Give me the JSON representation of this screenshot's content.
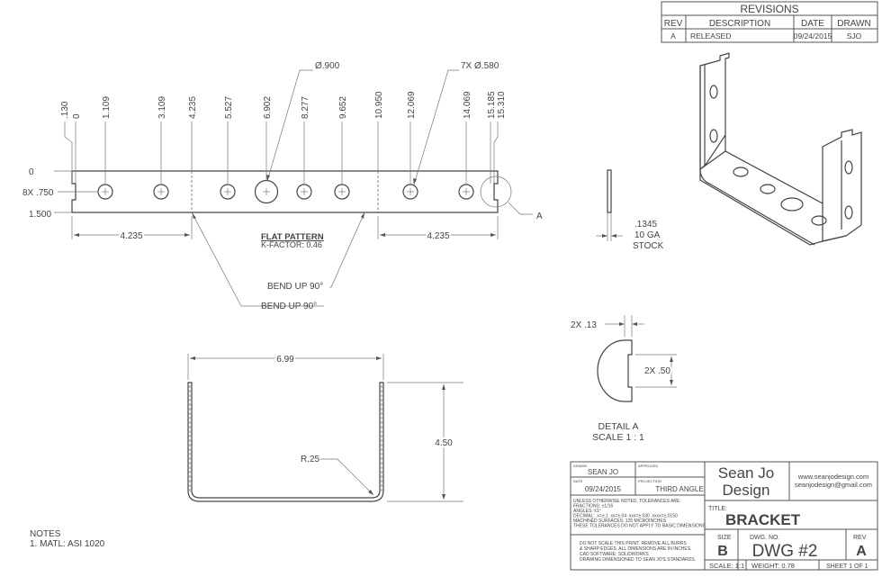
{
  "revisions": {
    "title": "REVISIONS",
    "headers": [
      "REV",
      "DESCRIPTION",
      "DATE",
      "DRAWN"
    ],
    "rows": [
      [
        "A",
        "RELEASED",
        "09/24/2015",
        "SJO"
      ]
    ]
  },
  "flat": {
    "ord_vertical": [
      ".130",
      "0",
      "1.109",
      "3.109",
      "4.235",
      "5.527",
      "6.902",
      "8.277",
      "9.652",
      "10.950",
      "12.069",
      "14.069",
      "15.185",
      "15.310"
    ],
    "y_zero": "0",
    "y_holes": "8X .750",
    "y_bottom": "1.500",
    "big_hole": "Ø.900",
    "small_holes": "7X Ø.580",
    "seg_left": "4.235",
    "seg_right": "4.235",
    "pattern_title": "FLAT PATTERN",
    "kfactor": "K-FACTOR: 0.46",
    "bend1": "BEND UP  90°",
    "bend2": "BEND UP  90°",
    "detail_callout": "A"
  },
  "edge": {
    "thickness": ".1345",
    "gauge": "10 GA",
    "stock": "STOCK"
  },
  "detail": {
    "dim_top": "2X .13",
    "dim_right": "2X .50",
    "label": "DETAIL A",
    "scale": "SCALE 1 : 1"
  },
  "front": {
    "width": "6.99",
    "height": "4.50",
    "radius": "R.25"
  },
  "notes": {
    "title": "NOTES",
    "item1": "1. MATL: ASI 1020"
  },
  "titleblock": {
    "drawn_lbl": "DRAWN",
    "approved_lbl": "APPROVED",
    "drawn_by": "SEAN JO",
    "date_lbl": "DATE",
    "projection_lbl": "PROJECTION",
    "date": "09/24/2015",
    "projection": "THIRD ANGLE",
    "tol_lines": [
      "UNLESS OTHERWISE NOTED, TOLERANCES ARE:",
      "FRACTIONS: ±1/16",
      "ANGLES: ±1°",
      "DECIMAL: .x=±.1   .xx=±.04   .xxx=±.030   .xxxx=±.0150",
      "MACHINED SURFACES: 125 MICROINCHES",
      "THESE TOLERANCES DO NOT APPLY TO BASIC DIMENSIONS."
    ],
    "note_lines": [
      "DO NOT SCALE THIS PRINT. REMOVE ALL BURRS",
      "& SHARP EDGES. ALL DIMENSIONS ARE IN INCHES.",
      "CAD SOFTWARE: SOLIDWORKS",
      "DRAWING DIMENSIONED TO SEAN JO'S STANDARDS."
    ],
    "company_line1": "Sean Jo",
    "company_line2": "Design",
    "website": "www.seanjodesign.com",
    "email": "seanjodesign@gmail.com",
    "title_lbl": "TITLE:",
    "title": "BRACKET",
    "size_lbl": "SIZE",
    "size": "B",
    "dwg_lbl": "DWG. NO.",
    "dwg": "DWG #2",
    "rev_lbl": "REV",
    "rev": "A",
    "scale": "SCALE: 1:1",
    "weight": "WEIGHT: 0.78",
    "sheet": "SHEET 1 OF 1"
  }
}
